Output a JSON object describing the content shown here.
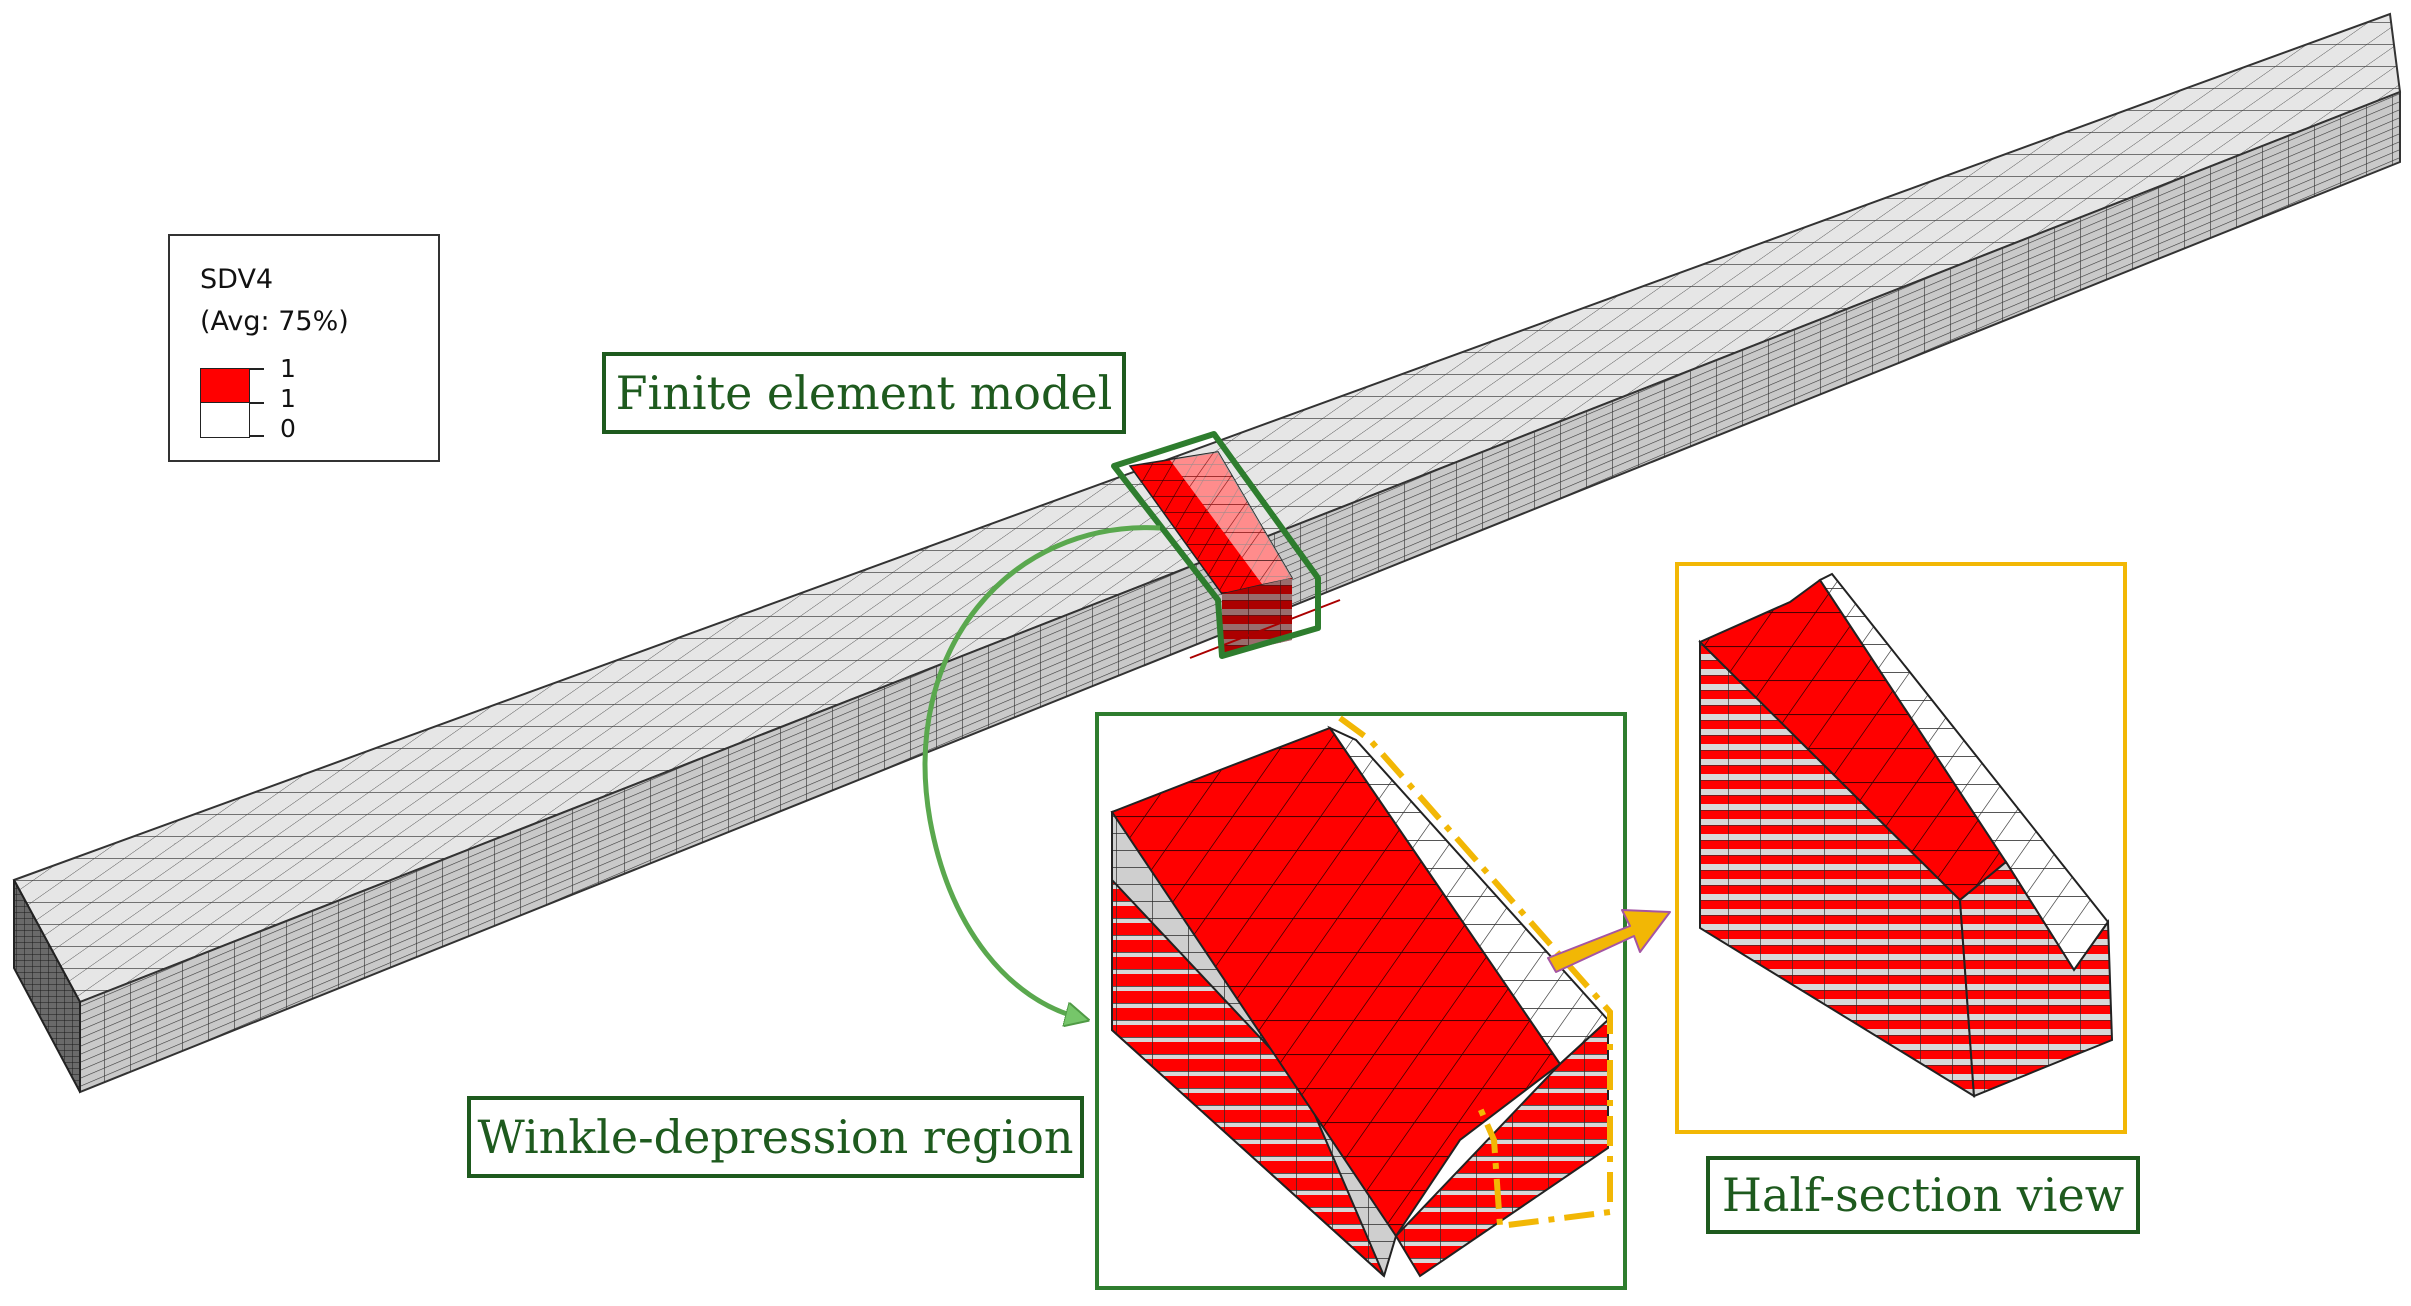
{
  "legend": {
    "title": "SDV4",
    "subtitle": "(Avg: 75%)",
    "levels": [
      "1",
      "1",
      "0"
    ],
    "colors": {
      "failed": "#ff0000",
      "intact": "#ffffff"
    }
  },
  "labels": {
    "finite_element_model": "Finite element model",
    "wrinkle_region": "Winkle-depression region",
    "half_section": "Half-section view"
  },
  "colors": {
    "mesh_face": "#dcdcdc",
    "mesh_line": "#3a3a3a",
    "damage": "#ff0000",
    "frame_green": "#2e7d2e",
    "label_green": "#1e5a1e",
    "frame_orange": "#f2b705",
    "arrow_green": "#76c66a"
  }
}
